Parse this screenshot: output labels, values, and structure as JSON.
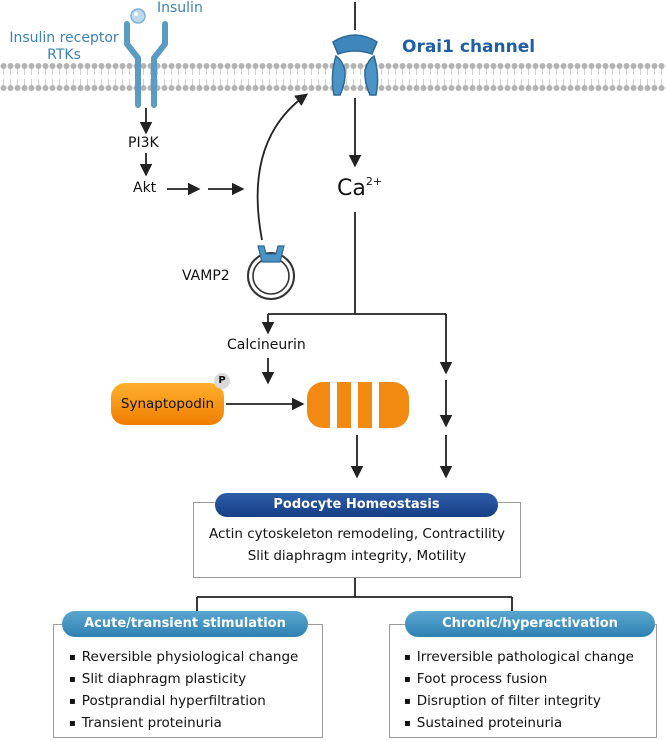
{
  "labels": {
    "insulin": "Insulin",
    "insulin_receptor": "Insulin receptor",
    "rtks": "RTKs",
    "orai1": "Orai1 channel",
    "pi3k": "PI3K",
    "akt": "Akt",
    "ca": "Ca",
    "ca_charge": "2+",
    "vamp2": "VAMP2",
    "calcineurin": "Calcineurin",
    "synaptopodin": "Synaptopodin",
    "phospho": "P"
  },
  "homeostasis": {
    "title": "Podocyte Homeostasis",
    "line1": "Actin cytoskeleton remodeling, Contractility",
    "line2": "Slit diaphragm integrity, Motility"
  },
  "acute": {
    "title": "Acute/transient stimulation",
    "items": [
      "Reversible physiological change",
      "Slit diaphragm plasticity",
      "Postprandial hyperfiltration",
      "Transient proteinuria"
    ]
  },
  "chronic": {
    "title": "Chronic/hyperactivation",
    "items": [
      "Irreversible pathological change",
      "Foot process fusion",
      "Disruption of filter integrity",
      "Sustained proteinuria"
    ]
  },
  "colors": {
    "membrane_head": "#b3b3b3",
    "receptor_blue": "#5a9bc4",
    "channel_blue": "#4c94c6",
    "channel_dark": "#2b6a95",
    "orange": "#f28a12",
    "arrow": "#222222"
  }
}
